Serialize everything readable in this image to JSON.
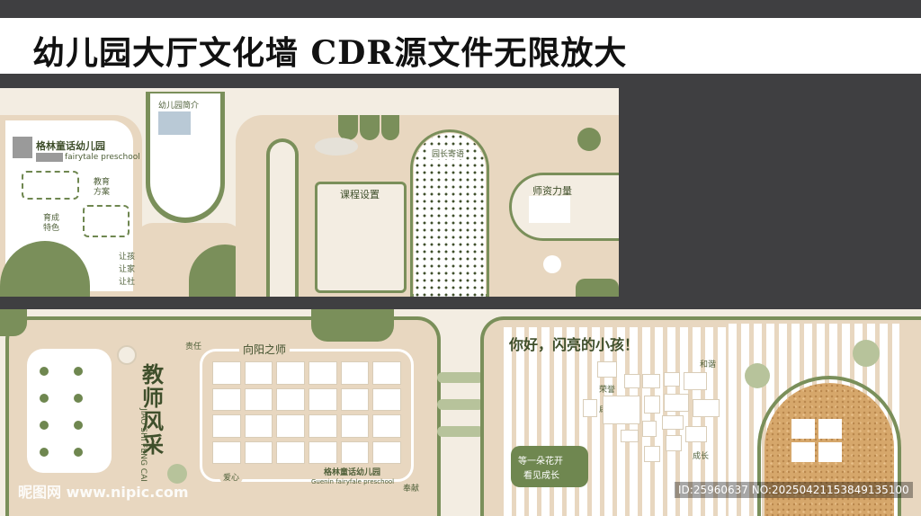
{
  "banner": {
    "title": "幼儿园大厅文化墙 CDR源文件无限放大"
  },
  "panel_top": {
    "brand_name": "格林童话幼儿园",
    "brand_sub": "fairytale preschool",
    "intro_title": "幼儿园简介",
    "badge_left_1": "教育\n方案",
    "badge_left_2": "育成\n特色",
    "slogan_1": "让孩子快乐,",
    "slogan_2": "让家长放心,",
    "slogan_3": "让社会满意。",
    "course_title": "课程设置",
    "arch_title": "园长寄语",
    "teacher_title": "师资力量"
  },
  "panel_bottom": {
    "teacher_style_title": "教\n师\n风\n采",
    "teacher_style_pinyin": "JIAO SHI FENG CAI",
    "sunny_title": "向阳之师",
    "tag_responsibility": "责任",
    "tag_love": "爱心",
    "tag_dedication": "奉献",
    "logo_name": "格林童话幼儿园",
    "logo_sub": "Guenin fairyfale preschool",
    "hello_title": "你好，闪亮的小孩！",
    "tag_harmony": "和谐",
    "tag_growth": "成长",
    "tag_rongyao": "荣誉",
    "tag_cheer": "启蒙",
    "bubble_line1": "等一朵花开",
    "bubble_line2": "看见成长"
  },
  "watermark": {
    "site": "昵图网 www.nipic.com",
    "id": "ID:25960637 NO:20250421153849135100"
  },
  "colors": {
    "green": "#7a8f5a",
    "beige": "#e8d7c0",
    "dark_bg": "#3f3f41"
  }
}
